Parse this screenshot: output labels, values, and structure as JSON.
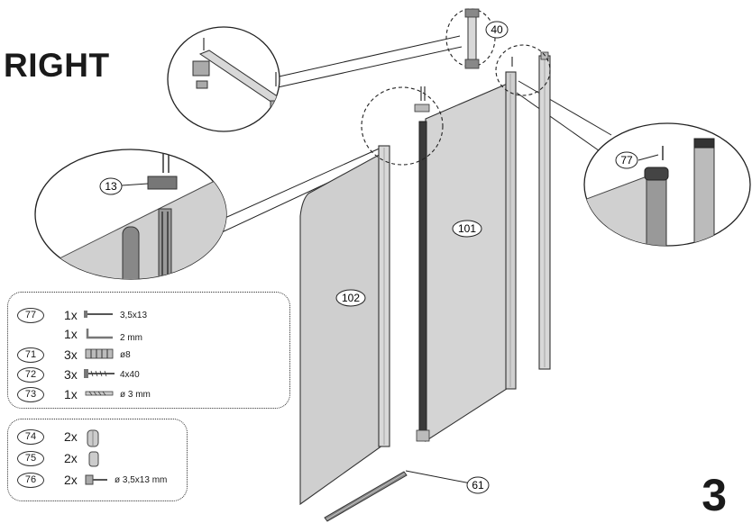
{
  "heading": "RIGHT",
  "step_number": "3",
  "callouts": {
    "c40": "40",
    "c77": "77",
    "c13": "13",
    "c101": "101",
    "c102": "102",
    "c61": "61"
  },
  "parts_box_1": [
    {
      "number": "77",
      "qty": "1x",
      "icon": "screw-icon",
      "spec": "3,5x13"
    },
    {
      "number": "",
      "qty": "1x",
      "icon": "allen-key-icon",
      "spec": "2 mm"
    },
    {
      "number": "71",
      "qty": "3x",
      "icon": "wall-plug-icon",
      "spec": "ø8"
    },
    {
      "number": "72",
      "qty": "3x",
      "icon": "long-screw-icon",
      "spec": "4x40"
    },
    {
      "number": "73",
      "qty": "1x",
      "icon": "drill-bit-icon",
      "spec": "ø 3 mm"
    }
  ],
  "parts_box_2": [
    {
      "number": "74",
      "qty": "2x",
      "icon": "cap-large-icon",
      "spec": ""
    },
    {
      "number": "75",
      "qty": "2x",
      "icon": "cap-small-icon",
      "spec": ""
    },
    {
      "number": "76",
      "qty": "2x",
      "icon": "wall-anchor-icon",
      "spec": "ø 3,5x13 mm"
    }
  ]
}
